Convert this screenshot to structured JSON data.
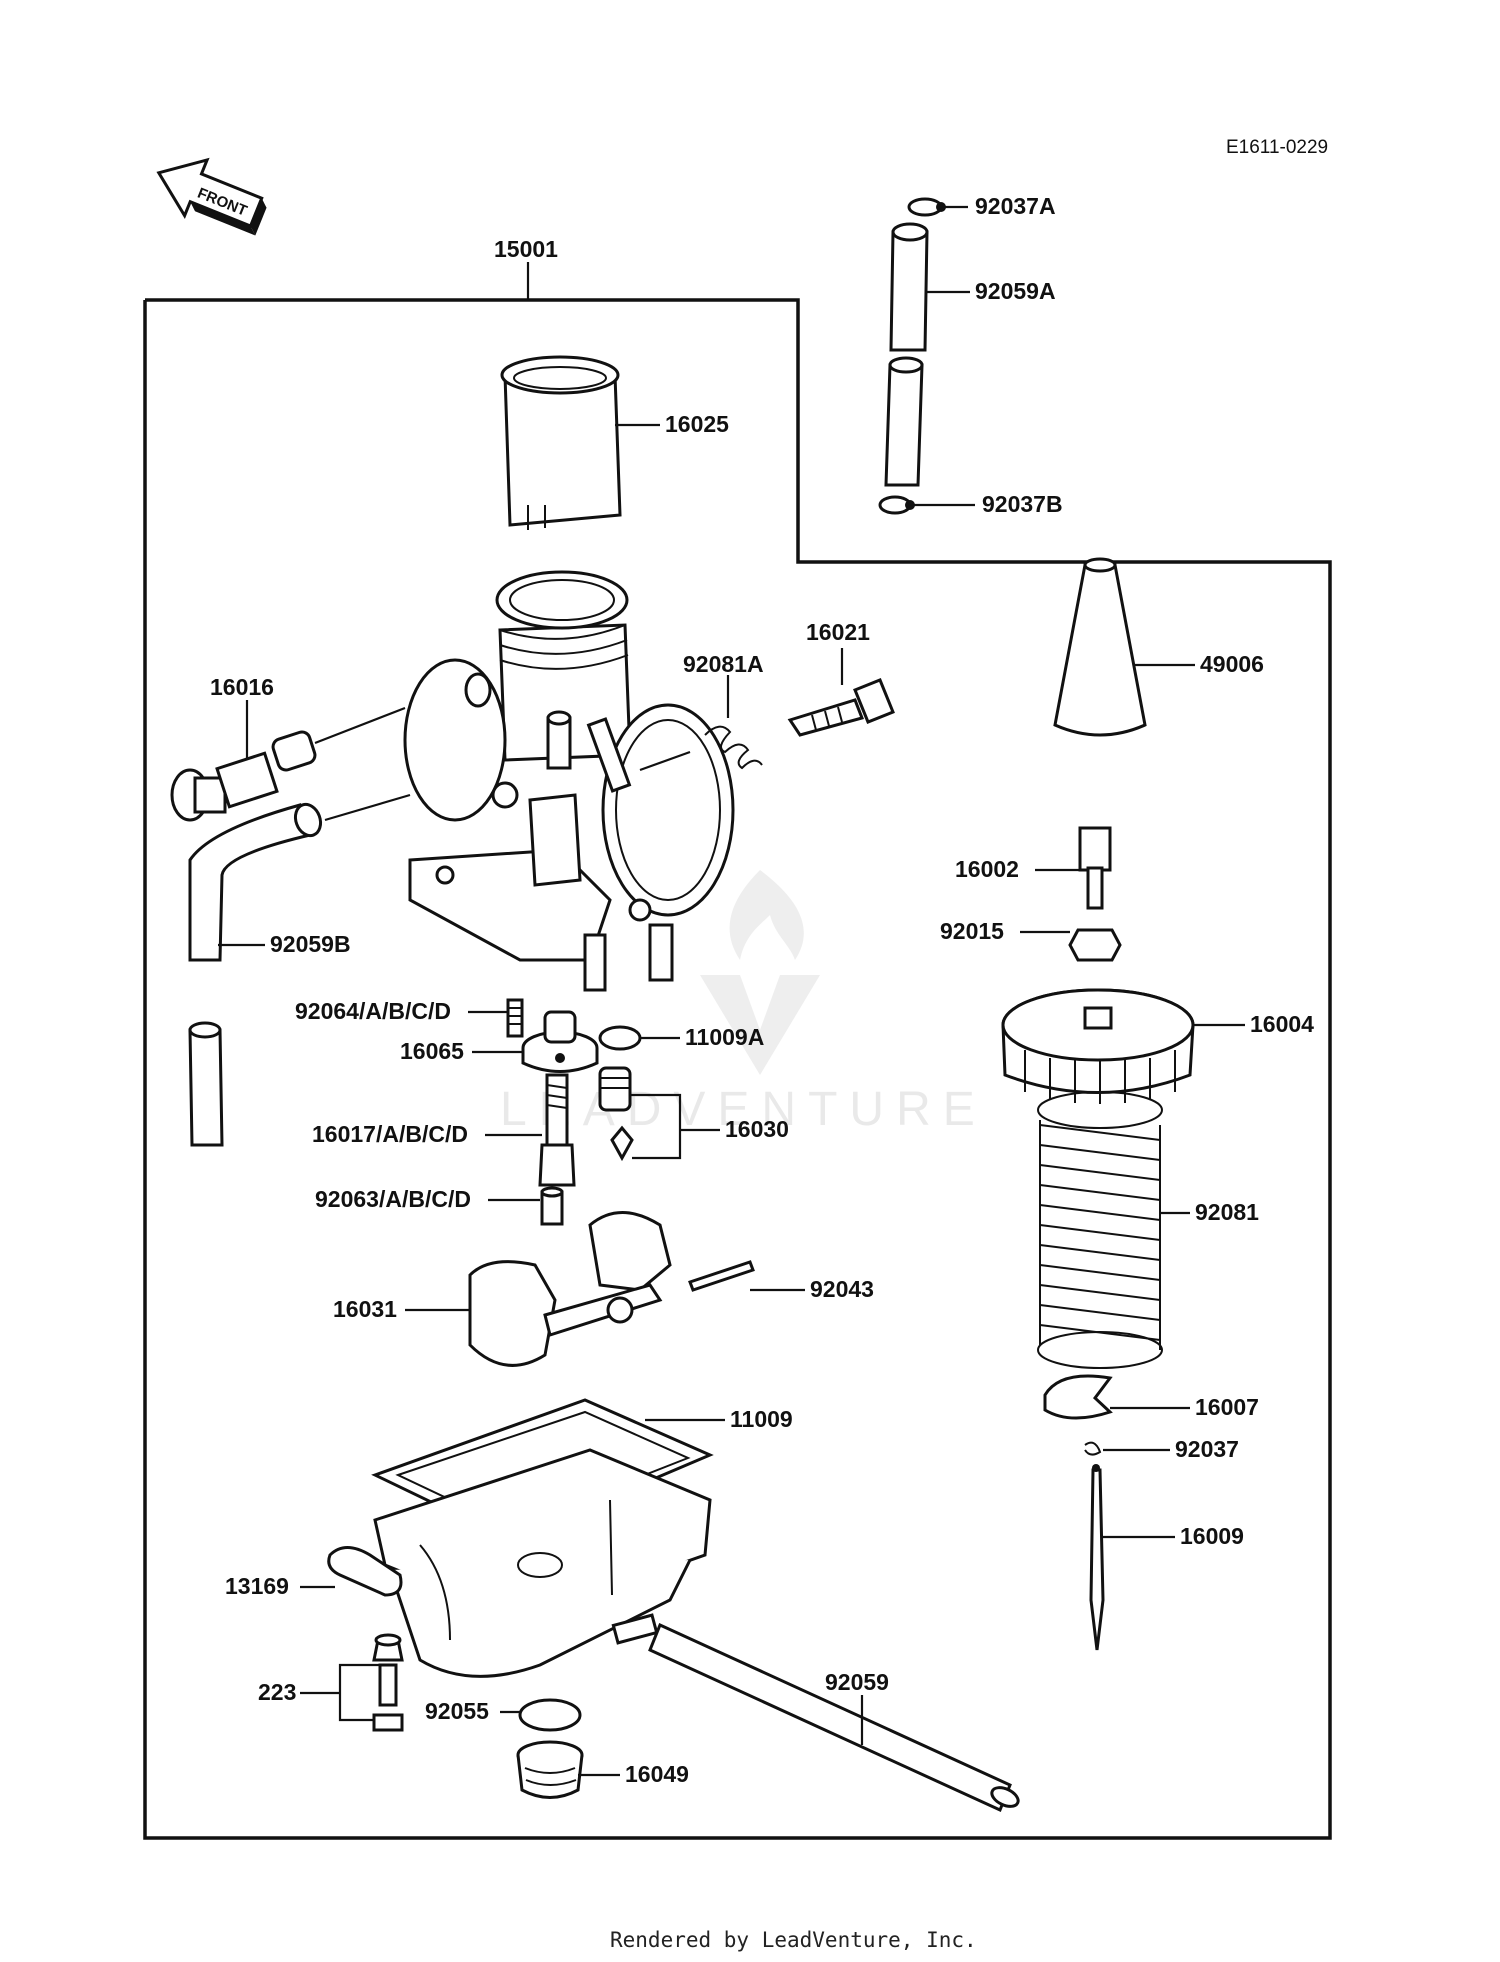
{
  "header": {
    "diagram_code": "E1611-0229",
    "front_label": "FRONT"
  },
  "footer": {
    "rendered_by": "Rendered by LeadVenture, Inc."
  },
  "watermark": {
    "text": "LEADVENTURE"
  },
  "assembly": {
    "label": "15001"
  },
  "parts": [
    {
      "id": "92037A",
      "label": "92037A"
    },
    {
      "id": "92059A",
      "label": "92059A"
    },
    {
      "id": "92037B",
      "label": "92037B"
    },
    {
      "id": "16025",
      "label": "16025"
    },
    {
      "id": "49006",
      "label": "49006"
    },
    {
      "id": "16021",
      "label": "16021"
    },
    {
      "id": "92081A",
      "label": "92081A"
    },
    {
      "id": "16016",
      "label": "16016"
    },
    {
      "id": "16002",
      "label": "16002"
    },
    {
      "id": "92015",
      "label": "92015"
    },
    {
      "id": "92059B",
      "label": "92059B"
    },
    {
      "id": "92064",
      "label": "92064/A/B/C/D"
    },
    {
      "id": "16065",
      "label": "16065"
    },
    {
      "id": "11009A",
      "label": "11009A"
    },
    {
      "id": "16004",
      "label": "16004"
    },
    {
      "id": "16017",
      "label": "16017/A/B/C/D"
    },
    {
      "id": "16030",
      "label": "16030"
    },
    {
      "id": "92063",
      "label": "92063/A/B/C/D"
    },
    {
      "id": "92081",
      "label": "92081"
    },
    {
      "id": "16031",
      "label": "16031"
    },
    {
      "id": "92043",
      "label": "92043"
    },
    {
      "id": "11009",
      "label": "11009"
    },
    {
      "id": "16007",
      "label": "16007"
    },
    {
      "id": "92037",
      "label": "92037"
    },
    {
      "id": "16009",
      "label": "16009"
    },
    {
      "id": "13169",
      "label": "13169"
    },
    {
      "id": "223",
      "label": "223"
    },
    {
      "id": "92055",
      "label": "92055"
    },
    {
      "id": "92059",
      "label": "92059"
    },
    {
      "id": "16049",
      "label": "16049"
    }
  ]
}
